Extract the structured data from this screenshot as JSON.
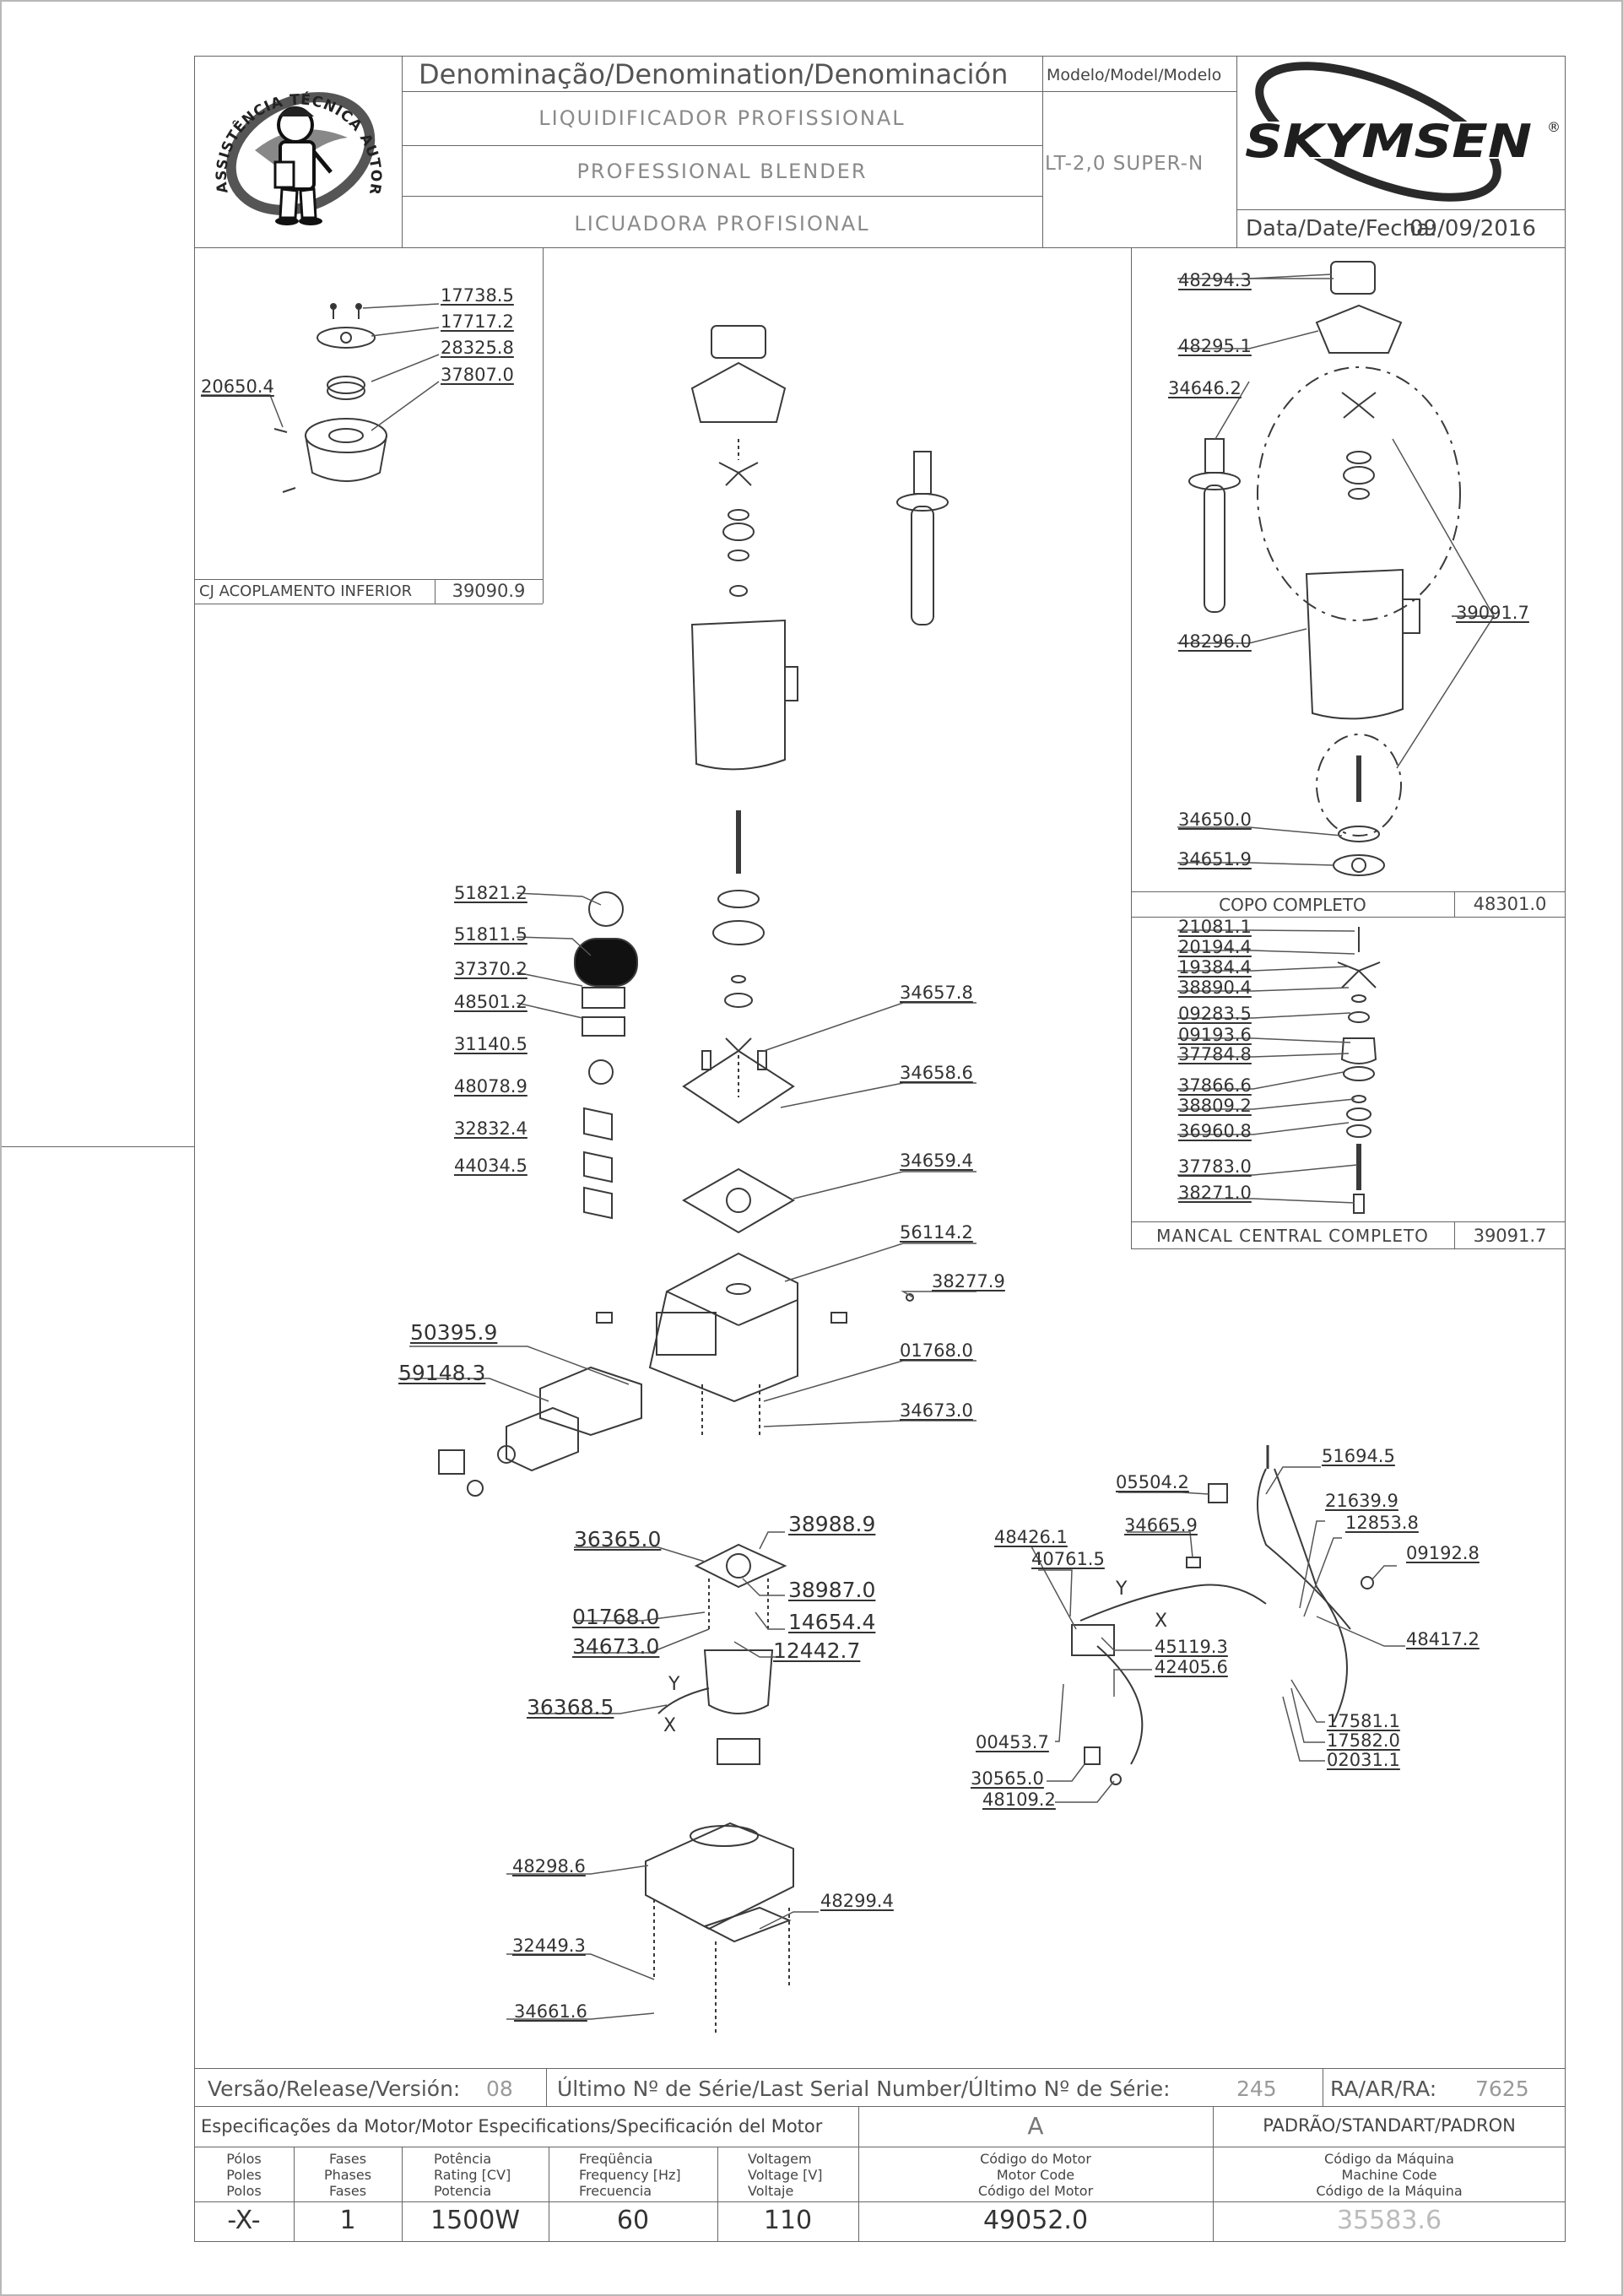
{
  "header": {
    "denomination_label": "Denominação/Denomination/Denominación",
    "name_pt": "LIQUIDIFICADOR PROFISSIONAL",
    "name_en": "PROFESSIONAL BLENDER",
    "name_es": "LICUADORA PROFISIONAL",
    "model_label": "Modelo/Model/Modelo",
    "model_value": "LT-2,0 SUPER-N",
    "brand": "SKYMSEN",
    "seal_text": "ASSISTÊNCIA TÉCNICA AUTORIZADA",
    "date_label": "Data/Date/Fecha:",
    "date_value": "09/09/2016"
  },
  "subassemblies": {
    "coupling_title": "CJ ACOPLAMENTO INFERIOR",
    "coupling_code": "39090.9",
    "cup_title": "COPO COMPLETO",
    "cup_code": "48301.0",
    "bearing_title": "MANCAL CENTRAL COMPLETO",
    "bearing_code": "39091.7"
  },
  "part_labels": {
    "coupling": [
      "17738.5",
      "17717.2",
      "28325.8",
      "20650.4",
      "37807.0"
    ],
    "cup": [
      "48294.3",
      "48295.1",
      "34646.2",
      "39091.7",
      "48296.0",
      "34650.0",
      "34651.9"
    ],
    "bearing": [
      "21081.1",
      "20194.4",
      "19384.4",
      "38890.4",
      "09283.5",
      "09193.6",
      "37784.8",
      "37866.6",
      "38809.2",
      "36960.8",
      "37783.0",
      "38271.0"
    ],
    "labels_left": [
      "51821.2",
      "51811.5",
      "37370.2",
      "48501.2",
      "31140.5",
      "48078.9",
      "32832.4",
      "44034.5"
    ],
    "base": [
      "34657.8",
      "34658.6",
      "34659.4",
      "56114.2",
      "38277.9",
      "50395.9",
      "59148.3",
      "01768.0",
      "34673.0"
    ],
    "motor": [
      "36365.0",
      "38988.9",
      "38987.0",
      "01768.0",
      "14654.4",
      "34673.0",
      "12442.7",
      "36368.5"
    ],
    "wiring": [
      "51694.5",
      "05504.2",
      "21639.9",
      "12853.8",
      "48426.1",
      "34665.9",
      "09192.8",
      "40761.5",
      "48417.2",
      "45119.3",
      "42405.6",
      "17581.1",
      "00453.7",
      "17582.0",
      "02031.1",
      "30565.0",
      "48109.2"
    ],
    "bottom": [
      "48298.6",
      "48299.4",
      "32449.3",
      "34661.6"
    ],
    "wire_marks": [
      "Y",
      "X",
      "Y",
      "X"
    ]
  },
  "footer": {
    "version_label": "Versão/Release/Versión:",
    "version_value": "08",
    "serial_label": "Último Nº de Série/Last Serial Number/Último Nº de Série:",
    "serial_value": "245",
    "ra_label": "RA/AR/RA:",
    "ra_value": "7625",
    "spec_label": "Especificações da Motor/Motor Especifications/Specificación del Motor",
    "motor_class": "A",
    "standard_label": "PADRÃO/STANDART/PADRON",
    "columns": [
      {
        "header": [
          "Pólos",
          "Poles",
          "Polos"
        ],
        "value": "-X-"
      },
      {
        "header": [
          "Fases",
          "Phases",
          "Fases"
        ],
        "value": "1"
      },
      {
        "header": [
          "Potência",
          "Rating [CV]",
          "Potencia"
        ],
        "value": "1500W"
      },
      {
        "header": [
          "Freqüência",
          "Frequency [Hz]",
          "Frecuencia"
        ],
        "value": "60"
      },
      {
        "header": [
          "Voltagem",
          "Voltage [V]",
          "Voltaje"
        ],
        "value": "110"
      },
      {
        "header": [
          "Código do Motor",
          "Motor Code",
          "Código del Motor"
        ],
        "value": "49052.0"
      },
      {
        "header": [
          "Código da Máquina",
          "Machine Code",
          "Código de la Máquina"
        ],
        "value": "35583.6"
      }
    ]
  },
  "colors": {
    "line": "#666666",
    "text": "#333333",
    "muted": "#8a8a8a",
    "part": "#3a3a3a"
  }
}
